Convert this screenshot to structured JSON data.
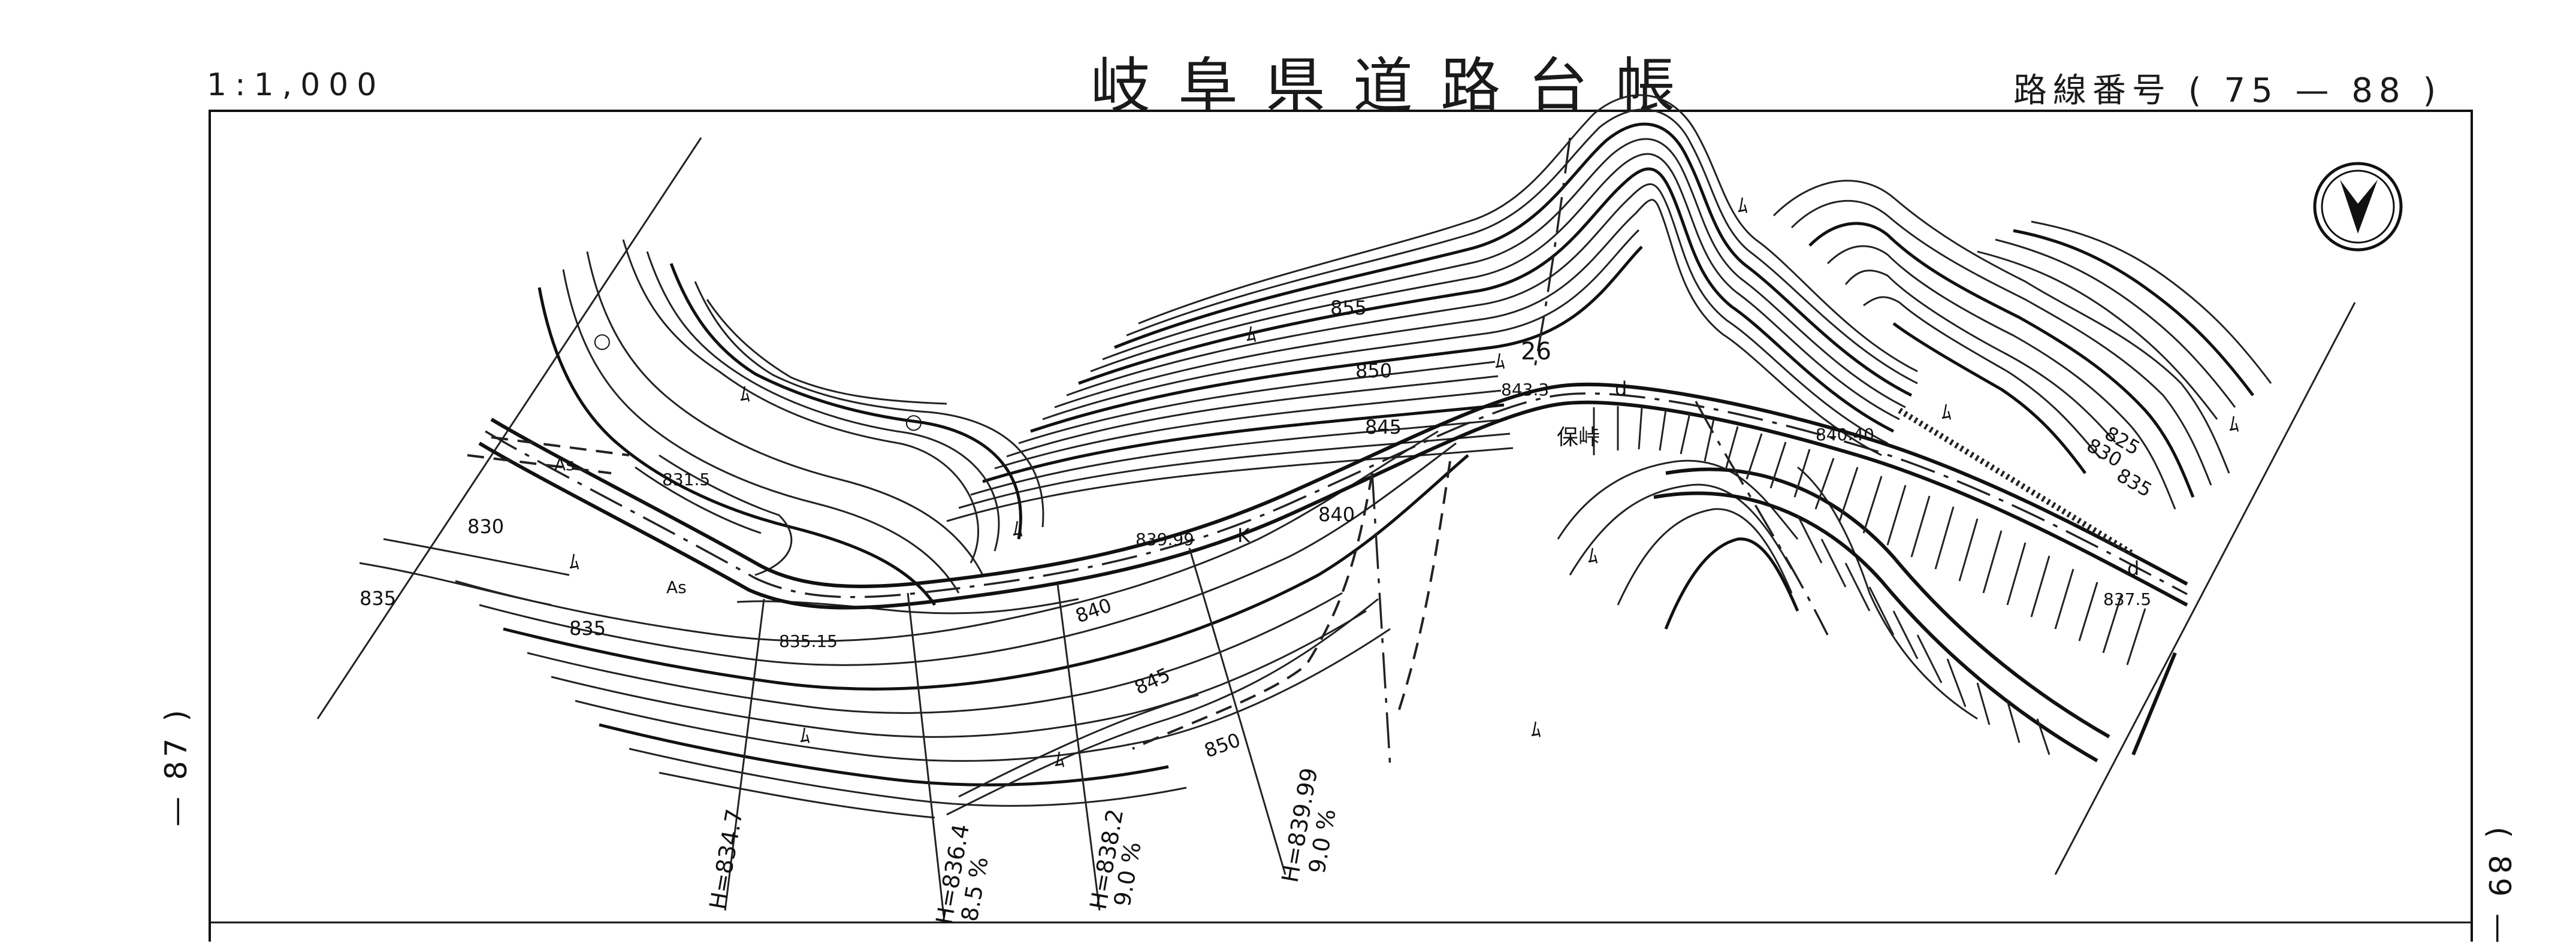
{
  "header": {
    "scale": "1:1,000",
    "title": "岐阜県道路台帳",
    "route": "路線番号 ( 75 — 88 )"
  },
  "sheet_refs": {
    "left": "— 87 )",
    "right": "( 89 —"
  },
  "contour_labels": [
    "855",
    "850",
    "845",
    "840",
    "835",
    "830",
    "825",
    "835",
    "830",
    "845",
    "850",
    "840",
    "835"
  ],
  "spot_heights": [
    "831.5",
    "839.99",
    "843.3",
    "840.40",
    "837.5",
    "835.15"
  ],
  "section_labels": [
    {
      "h": "H=834.7",
      "grade": ""
    },
    {
      "h": "H=836.4",
      "grade": "8.5 %"
    },
    {
      "h": "H=838.2",
      "grade": "9.0 %"
    },
    {
      "h": "H=839.99",
      "grade": "9.0 %"
    }
  ],
  "map_labels": {
    "bridge": "保峠",
    "route_no": "26",
    "asphalt1": "As",
    "asphalt2": "As",
    "k": "K",
    "d1": "d",
    "d2": "d"
  },
  "north_arrow": "north-arrow-icon"
}
